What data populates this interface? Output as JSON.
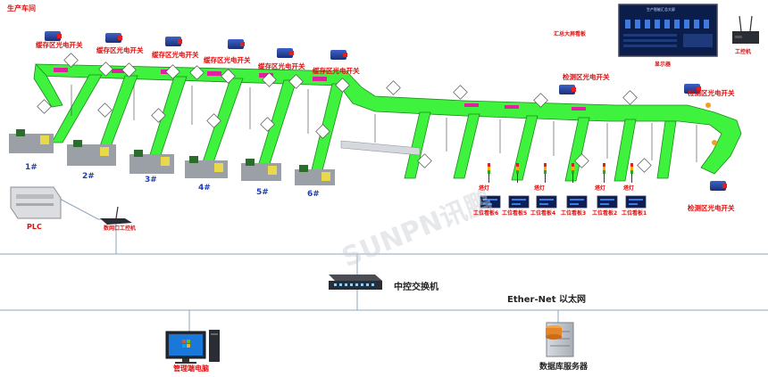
{
  "workshop_title": "生产车间",
  "big_screen_title": "汇总大屏看板",
  "monitor_label": "显示器",
  "ipc_label": "工控机",
  "buffer_switch_label": "缓存区光电开关",
  "detect_switch_label": "检测区光电开关",
  "machines": [
    "1#",
    "2#",
    "3#",
    "4#",
    "5#",
    "6#"
  ],
  "plc_label": "PLC",
  "serial_ipc_label": "数网口工控机",
  "kanban_labels": [
    "工位看板6",
    "工位看板5",
    "工位看板4",
    "工位看板3",
    "工位看板2",
    "工位看板1"
  ],
  "tower_light_label": "塔灯",
  "switch_label": "中控交换机",
  "ethernet_label": "Ether-Net 以太网",
  "mgmt_pc_label": "管理端电脑",
  "db_server_label": "数据库服务器",
  "watermark": "SUNPN讯鹏",
  "screen_header": "生产智能汇总大屏",
  "colors": {
    "conveyor": "#3ef23e",
    "conveyor_edge": "#1b8a1b",
    "network_line": "#8fa4bf",
    "label_red": "#e01010",
    "label_blue": "#1f3fb0",
    "screen_bg": "#0b1d4a"
  }
}
